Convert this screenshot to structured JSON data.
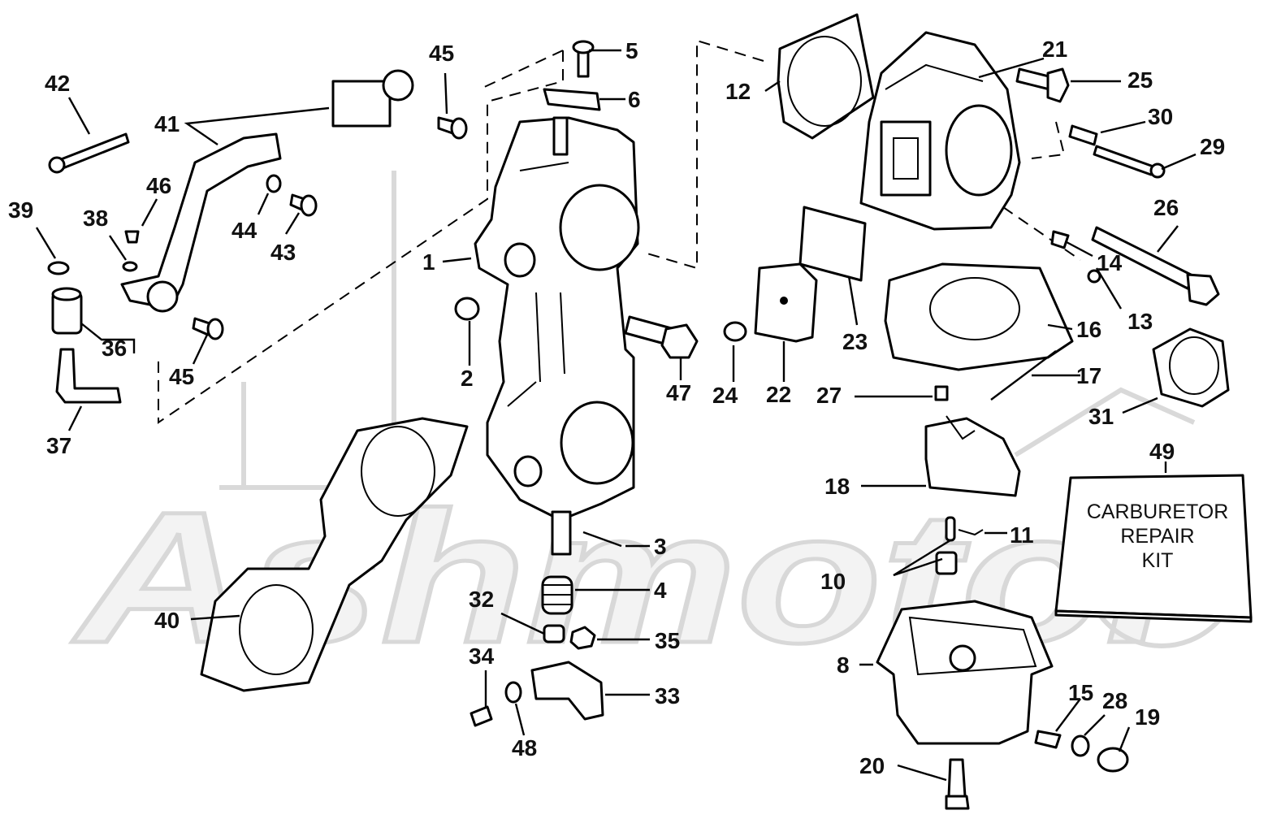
{
  "watermark": {
    "text": "Ashmotor"
  },
  "callouts": {
    "c1": "1",
    "c2": "2",
    "c3": "3",
    "c4": "4",
    "c5": "5",
    "c6": "6",
    "c8": "8",
    "c10": "10",
    "c11": "11",
    "c12": "12",
    "c13": "13",
    "c14": "14",
    "c15": "15",
    "c16": "16",
    "c17": "17",
    "c18": "18",
    "c19": "19",
    "c20": "20",
    "c21": "21",
    "c22": "22",
    "c23": "23",
    "c24": "24",
    "c25": "25",
    "c26": "26",
    "c27": "27",
    "c28": "28",
    "c29": "29",
    "c30": "30",
    "c31": "31",
    "c32": "32",
    "c33": "33",
    "c34": "34",
    "c35": "35",
    "c36": "36",
    "c37": "37",
    "c38": "38",
    "c39": "39",
    "c40": "40",
    "c41": "41",
    "c42": "42",
    "c43": "43",
    "c44": "44",
    "c45a": "45",
    "c45b": "45",
    "c46": "46",
    "c47": "47",
    "c48": "48",
    "c49": "49"
  },
  "repair_kit": {
    "line1": "CARBURETOR",
    "line2": "REPAIR",
    "line3": "KIT"
  }
}
